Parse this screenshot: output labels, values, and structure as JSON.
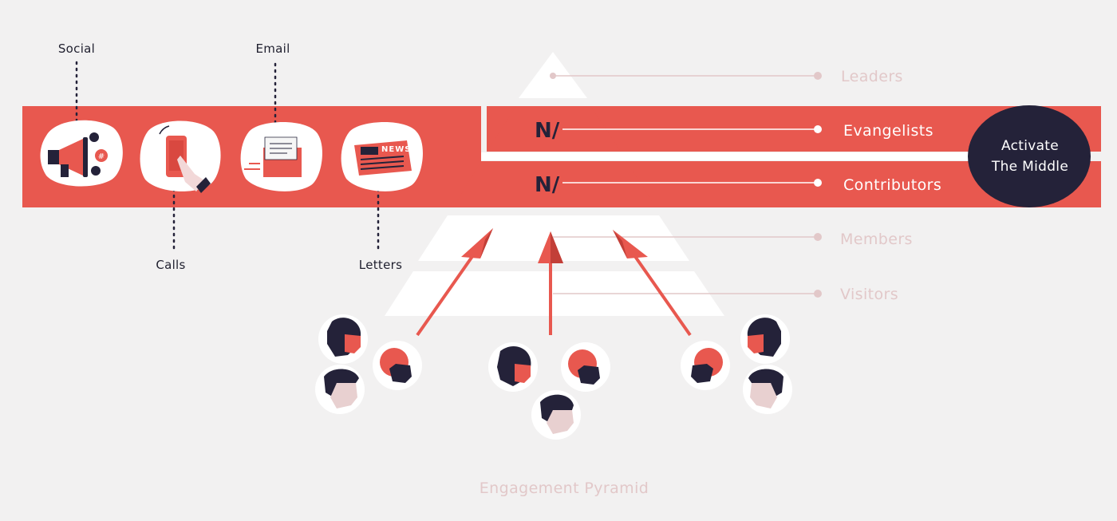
{
  "colors": {
    "accent": "#e8584f",
    "dark": "#242239",
    "muted": "#e2c8c9",
    "background": "#f2f1f1",
    "white": "#ffffff"
  },
  "channels": [
    {
      "label": "Social",
      "icon": "megaphone-icon"
    },
    {
      "label": "Calls",
      "icon": "phone-icon"
    },
    {
      "label": "Email",
      "icon": "envelope-icon"
    },
    {
      "label": "Letters",
      "icon": "newspaper-icon"
    }
  ],
  "newspaper_text": "NEWS",
  "tiers": [
    {
      "label": "Leaders",
      "active": false
    },
    {
      "label": "Evangelists",
      "active": true,
      "badge": "N/"
    },
    {
      "label": "Contributors",
      "active": true,
      "badge": "N/"
    },
    {
      "label": "Members",
      "active": false
    },
    {
      "label": "Visitors",
      "active": false
    }
  ],
  "callout": {
    "line1": "Activate",
    "line2": "The Middle"
  },
  "caption": "Engagement Pyramid"
}
